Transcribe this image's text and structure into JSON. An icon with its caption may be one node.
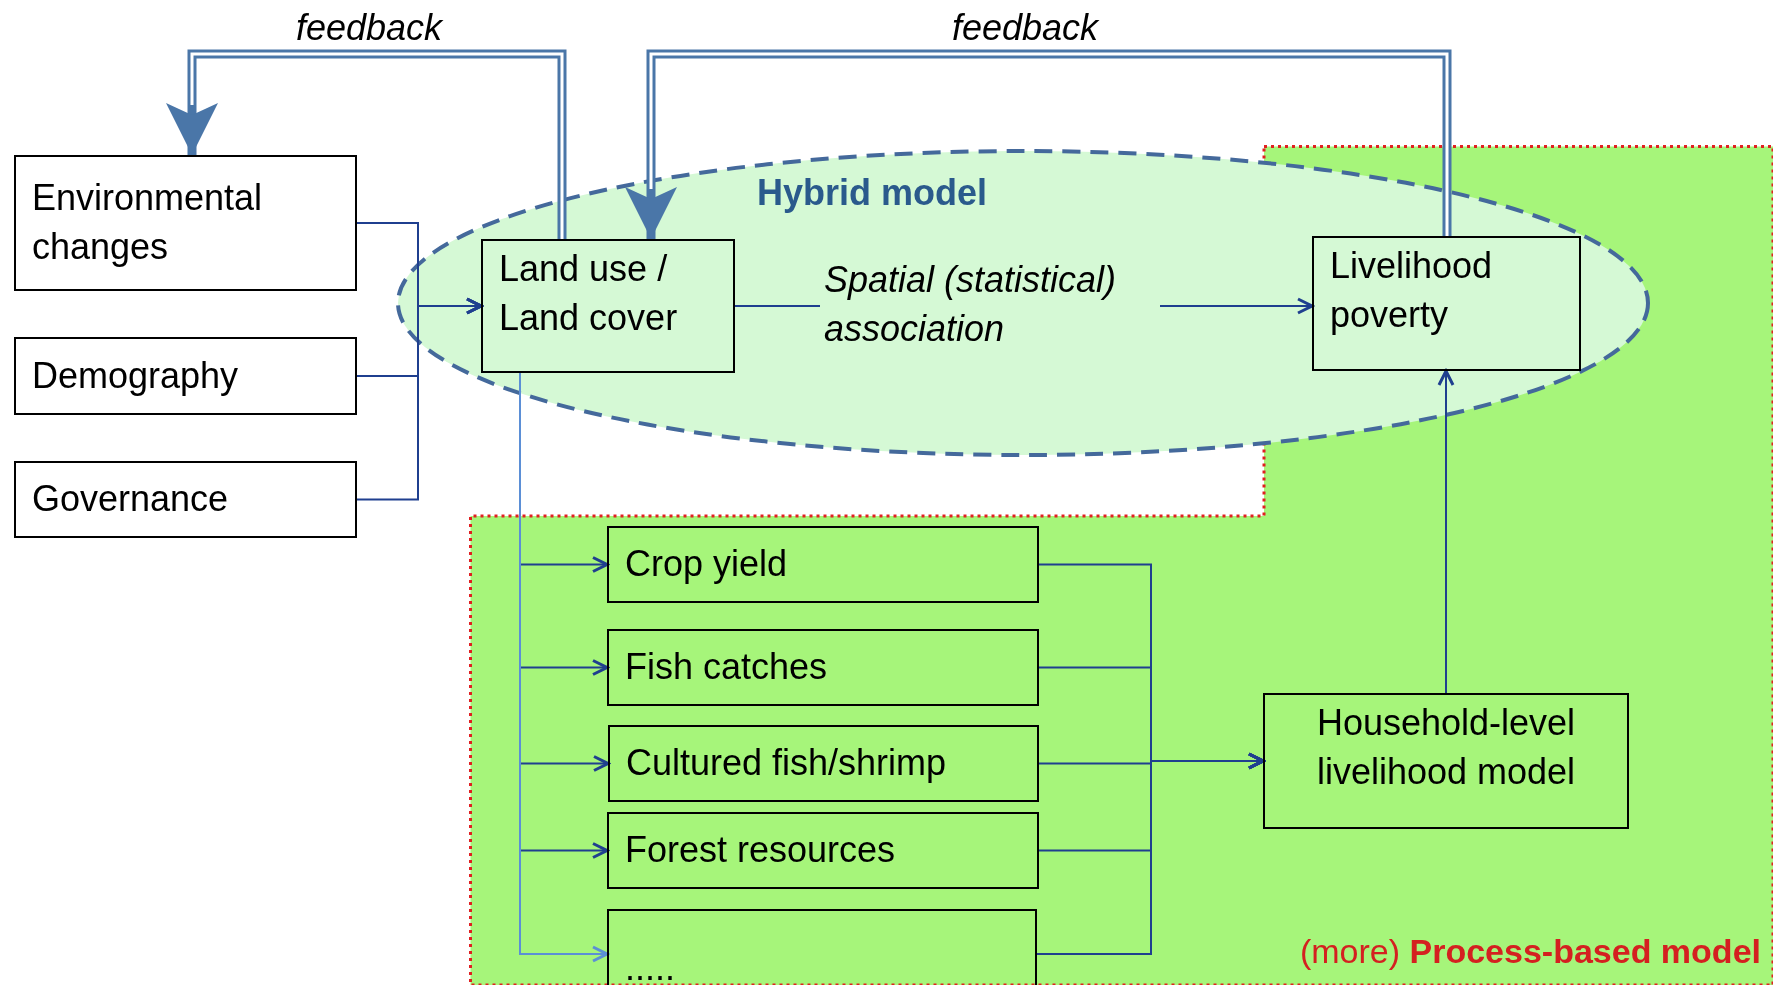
{
  "diagram": {
    "nodes": [
      {
        "text": [
          "Environmental changes"
        ]
      },
      {
        "text": [
          "Demography"
        ]
      },
      {
        "text": [
          "Governance"
        ]
      },
      {
        "text": [
          "Hybrid model"
        ]
      },
      {
        "text": [
          "(more) **Process-based model**"
        ]
      },
      {
        "text": [
          "Land use / Land cover"
        ],
        "in": 3
      },
      {
        "text": [
          "Livelihood poverty"
        ],
        "in": 3
      },
      {
        "text": [
          "Crop yield"
        ],
        "in": 4
      },
      {
        "text": [
          "Fish catches"
        ],
        "in": 4
      },
      {
        "text": [
          "Cultured fish/shrimp"
        ],
        "in": 4
      },
      {
        "text": [
          "Forest resources"
        ],
        "in": 4
      },
      {
        "text": [
          "....."
        ],
        "in": 4
      },
      {
        "text": [
          "Household-level livelihood model"
        ],
        "in": 4
      }
    ],
    "edges": [
      {
        "from": 5,
        "to": 0,
        "arrow": "to",
        "label": "feedback",
        "style": "thick",
        "color": "#4a76a8"
      },
      {
        "from": 6,
        "to": 5,
        "arrow": "to",
        "label": "feedback",
        "style": "thick",
        "color": "#4a76a8"
      },
      {
        "from": 0,
        "to": 5,
        "arrow": "to"
      },
      {
        "from": 1,
        "to": 5,
        "arrow": "to"
      },
      {
        "from": 2,
        "to": 5,
        "arrow": "to"
      },
      {
        "from": 5,
        "to": 6,
        "arrow": "to",
        "label": "Spatial (statistical) association"
      },
      {
        "from": 5,
        "to": 7,
        "arrow": "to"
      },
      {
        "from": 5,
        "to": 8,
        "arrow": "to"
      },
      {
        "from": 5,
        "to": 9,
        "arrow": "to"
      },
      {
        "from": 5,
        "to": 10,
        "arrow": "to"
      },
      {
        "from": 5,
        "to": 11,
        "arrow": "to",
        "color": "#5b8fd6"
      },
      {
        "from": 7,
        "to": 12,
        "arrow": "to"
      },
      {
        "from": 8,
        "to": 12,
        "arrow": "to"
      },
      {
        "from": 9,
        "to": 12,
        "arrow": "to"
      },
      {
        "from": 10,
        "to": 12,
        "arrow": "to"
      },
      {
        "from": 11,
        "to": 12,
        "arrow": "to"
      },
      {
        "from": 12,
        "to": 6,
        "arrow": "to"
      }
    ]
  }
}
